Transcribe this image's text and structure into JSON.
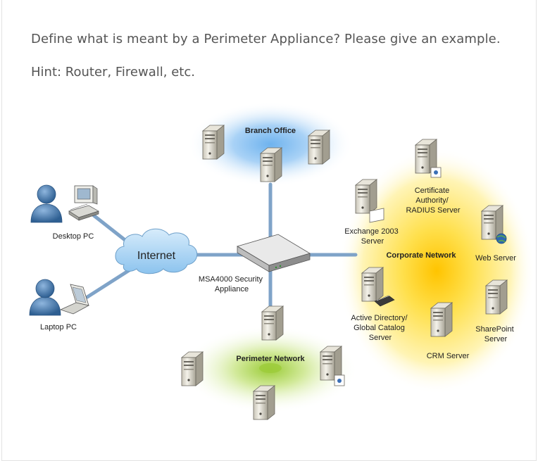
{
  "question": {
    "text": "Define what is meant by a Perimeter Appliance? Please give an example.",
    "hint": "Hint: Router, Firewall, etc."
  },
  "diagram": {
    "labels": {
      "branch_office": "Branch Office",
      "desktop_pc": "Desktop PC",
      "laptop_pc": "Laptop PC",
      "internet": "Internet",
      "appliance_line1": "MSA4000 Security",
      "appliance_line2": "Appliance",
      "perimeter_network": "Perimeter Network",
      "corporate_network": "Corporate Network",
      "exchange_line1": "Exchange 2003",
      "exchange_line2": "Server",
      "ca_line1": "Certificate",
      "ca_line2": "Authority/",
      "ca_line3": "RADIUS Server",
      "web_server": "Web Server",
      "ad_line1": "Active Directory/",
      "ad_line2": "Global Catalog",
      "ad_line3": "Server",
      "crm_server": "CRM Server",
      "sharepoint_line1": "SharePoint",
      "sharepoint_line2": "Server"
    },
    "colors": {
      "link": "#7fa3c8",
      "branch_glow": "#8fc4f2",
      "corporate_glow": "#ffd21a",
      "perimeter_glow": "#b6d95a",
      "cloud": "#a9d4f5",
      "person": "#3f6e9e"
    }
  }
}
